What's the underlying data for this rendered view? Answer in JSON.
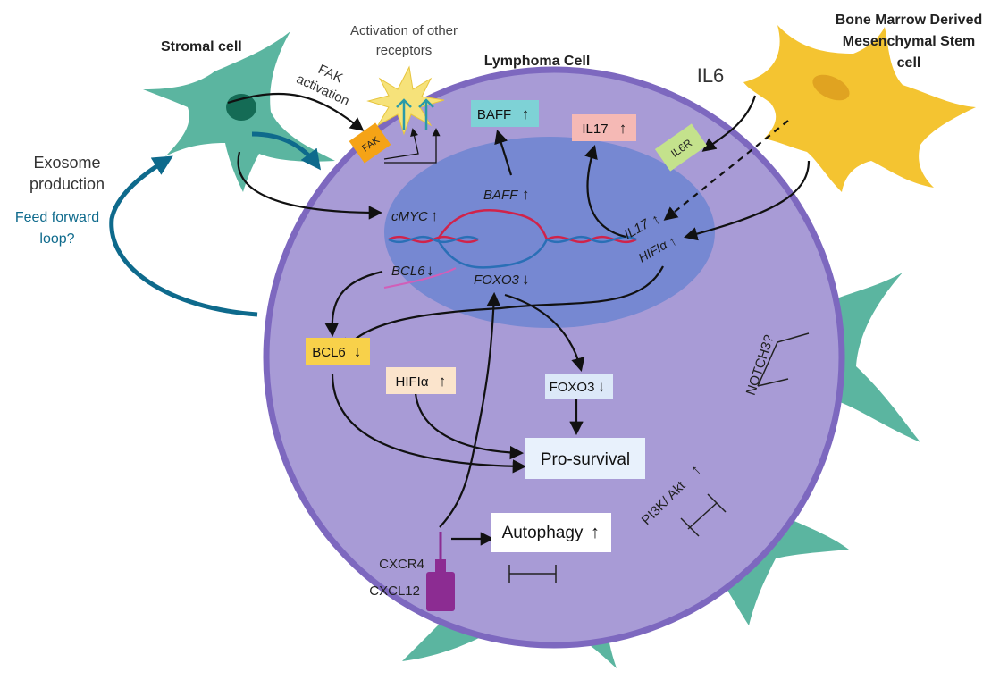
{
  "colors": {
    "cell_fill": "#a89bd6",
    "cell_border": "#7d68bf",
    "nucleus_fill": "#7688d2",
    "stromal": "#5bb5a0",
    "stromal_nucleus": "#146b55",
    "msc": "#f4c431",
    "exosome_arrow": "#0e6a8c",
    "dna_red": "#d0234a",
    "dna_blue": "#2a6fb6",
    "cxcr4": "#8c2c92"
  },
  "labels": {
    "stromal_cell": "Stromal cell",
    "activation_other_line1": "Activation of other",
    "activation_other_line2": "receptors",
    "lymphoma_cell": "Lymphoma Cell",
    "bmmsc_line1": "Bone Marrow Derived",
    "bmmsc_line2": "Mesenchymal Stem",
    "bmmsc_line3": "cell",
    "fak_activation_line1": "FAK",
    "fak_activation_line2": "activation",
    "il6": "IL6",
    "exosome_line1": "Exosome",
    "exosome_line2": "production",
    "feed_forward_line1": "Feed forward",
    "feed_forward_line2": "loop?",
    "notch3": "NOTCH3?",
    "pi3k_akt": "PI3K/ Akt",
    "cxcr4": "CXCR4",
    "cxcl12": "CXCL12"
  },
  "genes": {
    "cmyc": "cMYC",
    "baff": "BAFF",
    "bcl6": "BCL6",
    "foxo3": "FOXO3",
    "il17": "IL17",
    "hif1a": "HIFIα"
  },
  "boxes": {
    "fak": "FAK",
    "baff": "BAFF",
    "il17": "IL17",
    "il6r": "IL6R",
    "bcl6": "BCL6",
    "hif1a": "HIFIα",
    "foxo3": "FOXO3",
    "pro_survival": "Pro-survival",
    "autophagy": "Autophagy"
  },
  "arrows": {
    "up": "↑",
    "down": "↓"
  }
}
